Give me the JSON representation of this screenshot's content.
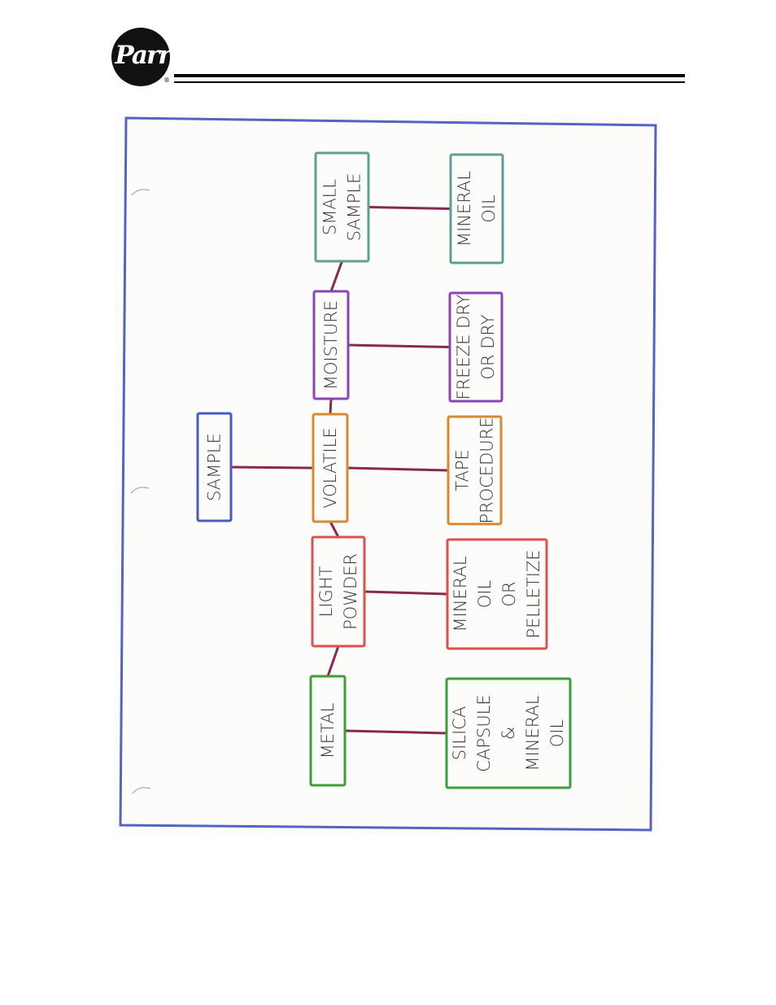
{
  "header": {
    "logo_text": "Parr",
    "logo_registered": "®"
  },
  "diagram": {
    "colors": {
      "frame": "#5563c1",
      "connector": "#8b2850",
      "blue": "#4a5ac4",
      "orange": "#d98a2e",
      "red": "#e0504a",
      "purple": "#8a44b8",
      "green": "#3f9e3c",
      "teal": "#5e9f94"
    },
    "nodes": [
      {
        "id": "sample",
        "lines": [
          "SAMPLE"
        ],
        "color": "blue"
      },
      {
        "id": "metal",
        "lines": [
          "METAL"
        ],
        "color": "green"
      },
      {
        "id": "light-powder",
        "lines": [
          "LIGHT",
          "POWDER"
        ],
        "color": "red"
      },
      {
        "id": "volatile",
        "lines": [
          "VOLATILE"
        ],
        "color": "orange"
      },
      {
        "id": "moisture",
        "lines": [
          "MOISTURE"
        ],
        "color": "purple"
      },
      {
        "id": "small-sample",
        "lines": [
          "SMALL",
          "SAMPLE"
        ],
        "color": "teal"
      },
      {
        "id": "silica-capsule",
        "lines": [
          "SILICA",
          "CAPSULE",
          "&",
          "MINERAL",
          "OIL"
        ],
        "color": "green"
      },
      {
        "id": "mineral-oil-pelletize",
        "lines": [
          "MINERAL",
          "OIL",
          "OR",
          "PELLETIZE"
        ],
        "color": "red"
      },
      {
        "id": "tape-procedure",
        "lines": [
          "TAPE",
          "PROCEDURE"
        ],
        "color": "orange"
      },
      {
        "id": "freeze-dry",
        "lines": [
          "FREEZE DRY",
          "OR DRY"
        ],
        "color": "purple"
      },
      {
        "id": "mineral-oil",
        "lines": [
          "MINERAL",
          "OIL"
        ],
        "color": "teal"
      }
    ],
    "edges": [
      [
        "sample",
        "volatile"
      ],
      [
        "metal",
        "light-powder"
      ],
      [
        "light-powder",
        "volatile"
      ],
      [
        "volatile",
        "moisture"
      ],
      [
        "moisture",
        "small-sample"
      ],
      [
        "metal",
        "silica-capsule"
      ],
      [
        "light-powder",
        "mineral-oil-pelletize"
      ],
      [
        "volatile",
        "tape-procedure"
      ],
      [
        "moisture",
        "freeze-dry"
      ],
      [
        "small-sample",
        "mineral-oil"
      ]
    ]
  }
}
